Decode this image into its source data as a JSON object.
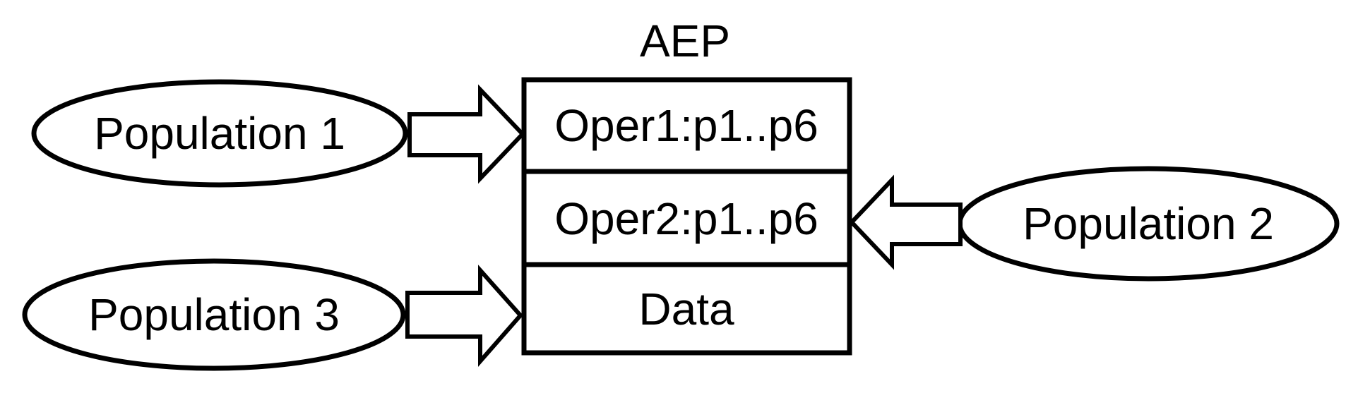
{
  "diagram": {
    "title": "AEP",
    "aep_box": {
      "rows": [
        {
          "id": "oper1",
          "label": "Oper1:p1..p6"
        },
        {
          "id": "oper2",
          "label": "Oper2:p1..p6"
        },
        {
          "id": "data",
          "label": "Data"
        }
      ]
    },
    "populations": [
      {
        "id": "population-1",
        "label": "Population 1",
        "arrow_points_to": "Oper1:p1..p6",
        "arrow_direction": "right"
      },
      {
        "id": "population-2",
        "label": "Population 2",
        "arrow_points_to": "Oper2:p1..p6",
        "arrow_direction": "left"
      },
      {
        "id": "population-3",
        "label": "Population 3",
        "arrow_points_to": "Data",
        "arrow_direction": "right"
      }
    ],
    "colors": {
      "stroke": "#000000",
      "shape_fill": "#ffffff",
      "background": "#ffffff"
    }
  }
}
